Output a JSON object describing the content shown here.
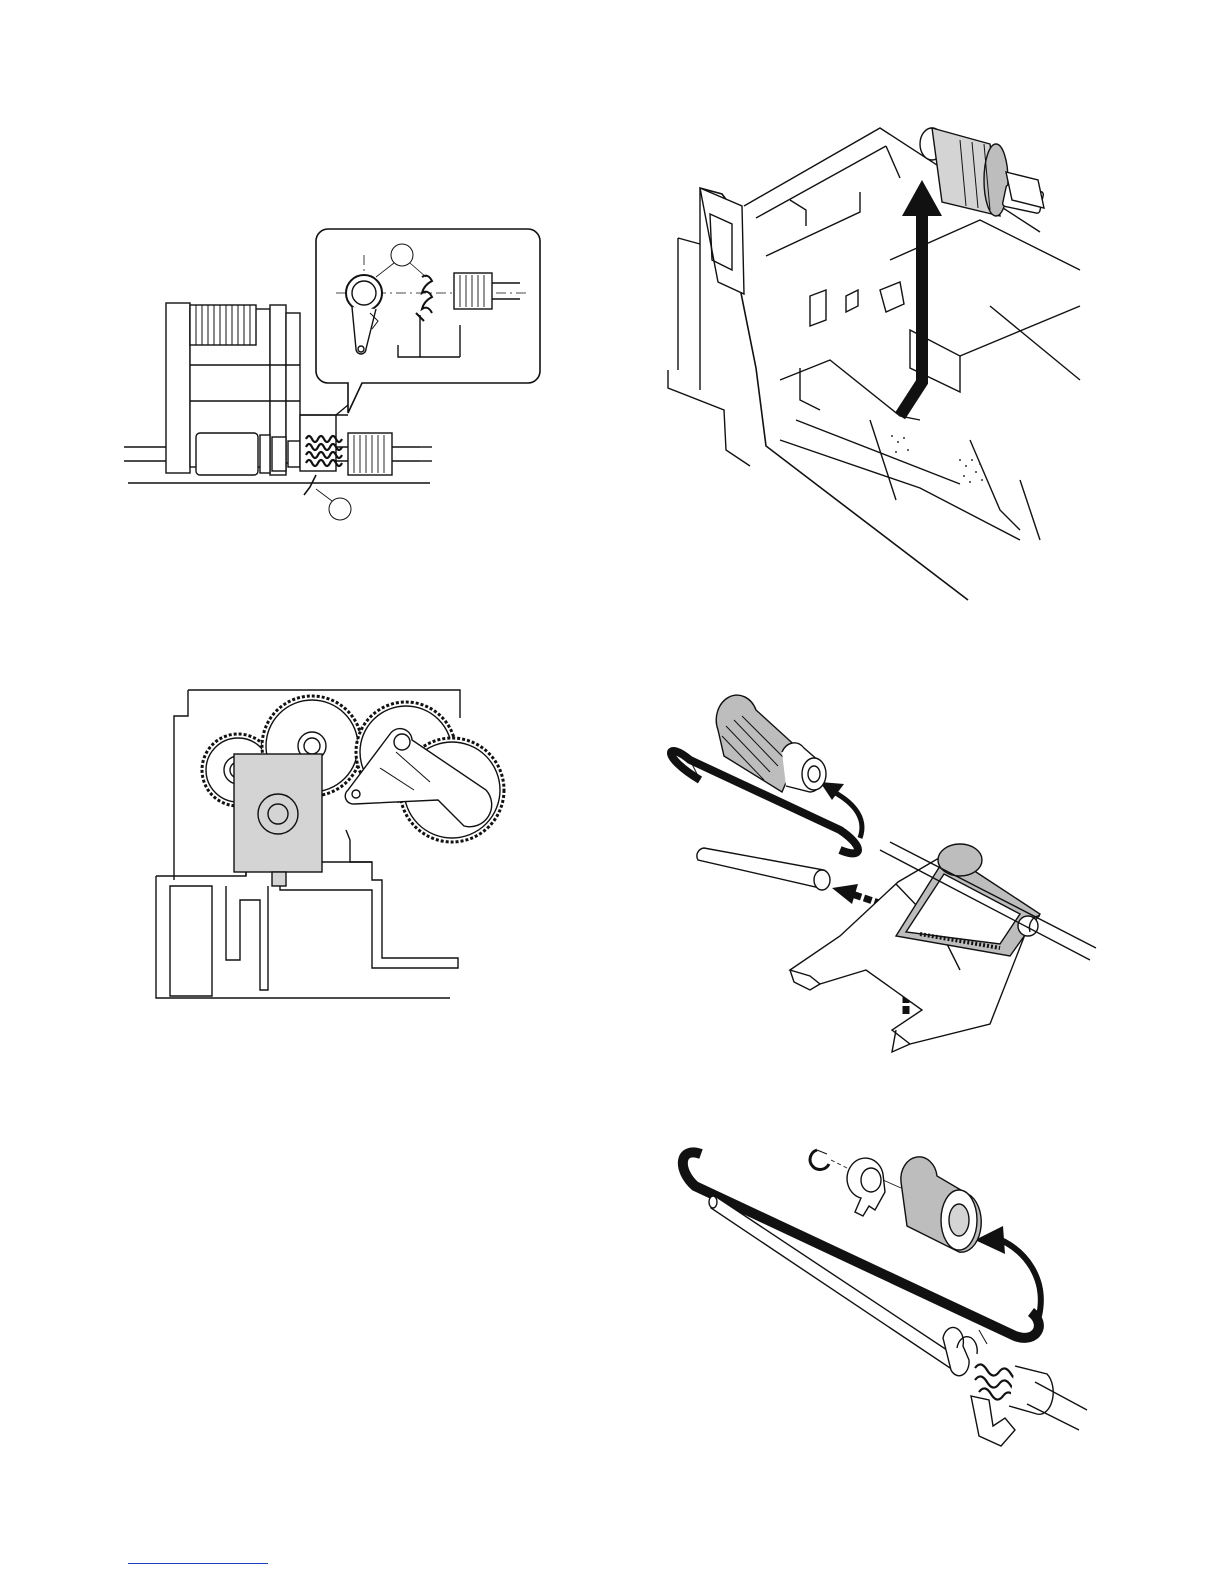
{
  "page": {
    "figures": [
      {
        "id": "fig-1",
        "subject": "roller-spring-assembly-with-callout"
      },
      {
        "id": "fig-2",
        "subject": "pickup-roller-removal-arrow"
      },
      {
        "id": "fig-3",
        "subject": "gear-train-drive-unit"
      },
      {
        "id": "fig-4",
        "subject": "roller-and-belt-removal"
      },
      {
        "id": "fig-5",
        "subject": "shaft-roller-e-ring-exploded"
      }
    ],
    "colors": {
      "line": "#111111",
      "fill_gray": "#d4d4d4",
      "footer_rule": "#1f3fbf"
    }
  }
}
